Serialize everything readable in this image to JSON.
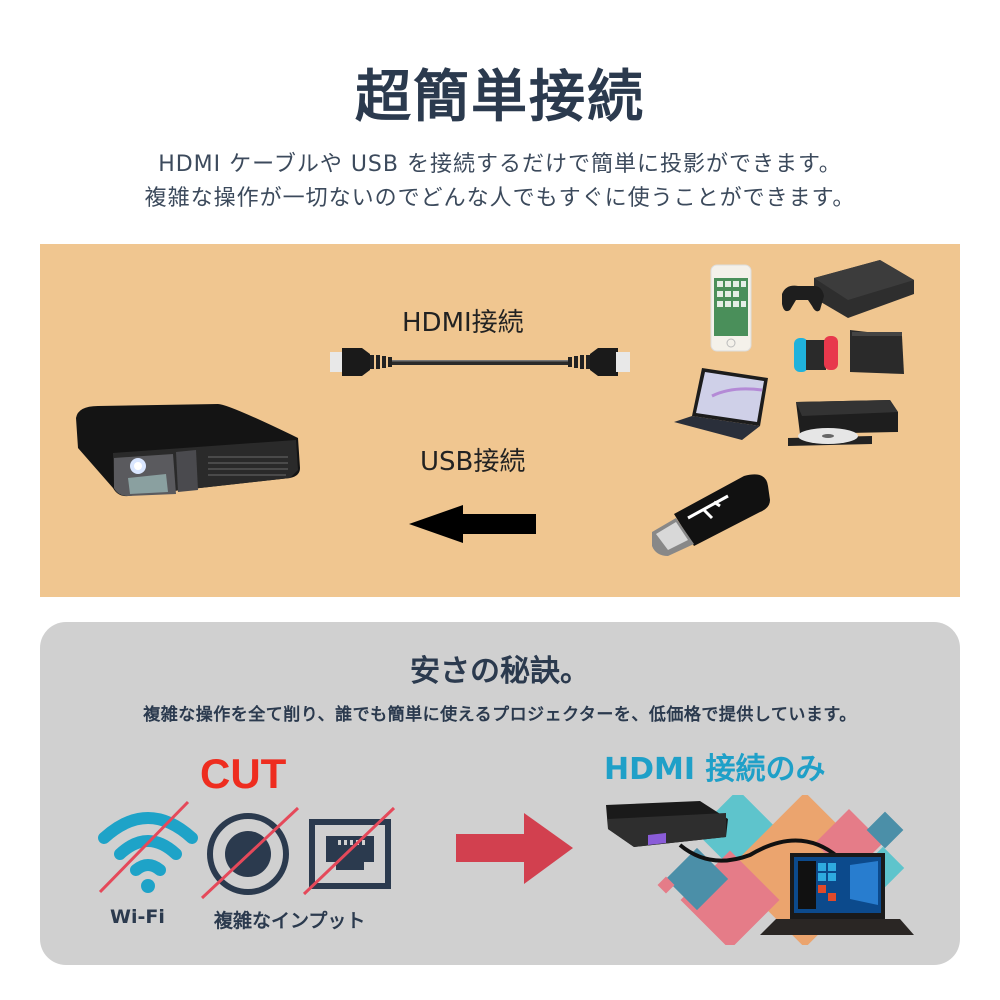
{
  "header": {
    "title": "超簡単接続",
    "subtitle_line1": "HDMI ケーブルや USB を接続するだけで簡単に投影ができます。",
    "subtitle_line2": "複雑な操作が一切ないのでどんな人でもすぐに使うことができます。"
  },
  "connection_panel": {
    "background": "#f0c690",
    "hdmi_label": "HDMI接続",
    "usb_label": "USB接続",
    "icons": [
      "projector-icon",
      "hdmi-cable-icon",
      "arrow-left-icon",
      "smartphone-icon",
      "game-console-icon",
      "switch-console-icon",
      "laptop-icon",
      "dvd-player-icon",
      "usb-drive-icon"
    ]
  },
  "secret_panel": {
    "background": "#d0d0d0",
    "title": "安さの秘訣。",
    "subtitle": "複雑な操作を全て削り、誰でも簡単に使えるプロジェクターを、低価格で提供しています。",
    "cut_label": "CUT",
    "cut_color": "#ee2d1f",
    "cut_items": [
      {
        "icon": "wifi-icon",
        "label": "Wi-Fi"
      },
      {
        "icon": "input-button-icon",
        "label": "複雑なインプット"
      },
      {
        "icon": "lan-port-icon",
        "label": ""
      }
    ],
    "result_label": "HDMI 接続のみ",
    "result_color": "#1fa0c8",
    "arrow_color": "#d2404f"
  }
}
